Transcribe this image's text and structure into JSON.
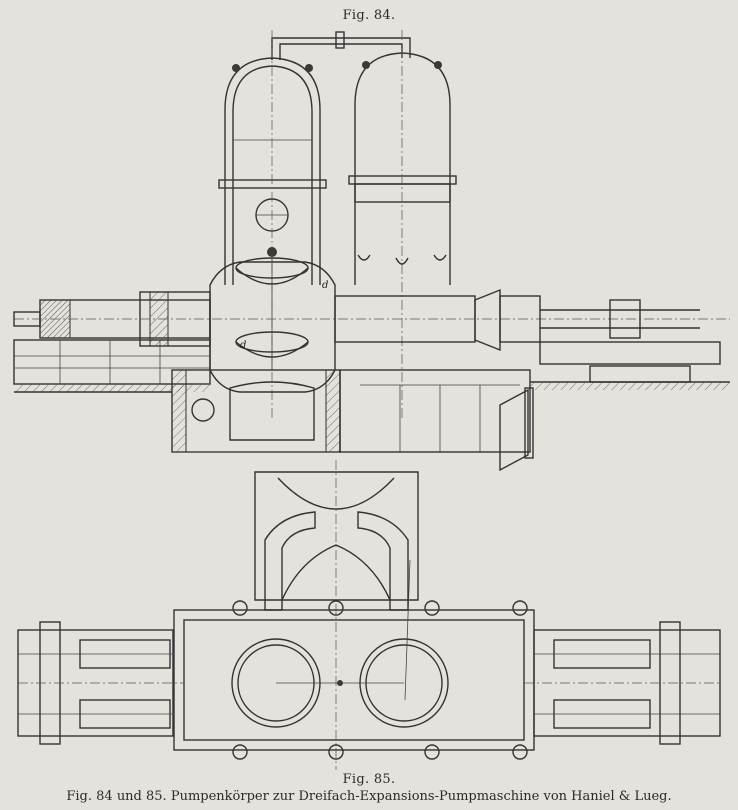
{
  "figure_84": {
    "label": "Fig. 84."
  },
  "figure_85": {
    "label": "Fig. 85."
  },
  "caption": "Fig. 84 und 85.  Pumpenkörper zur Dreifach-Expansions-Pumpmaschine von Haniel & Lueg.",
  "annotations": {
    "d_upper": "d",
    "d_lower": "d"
  }
}
